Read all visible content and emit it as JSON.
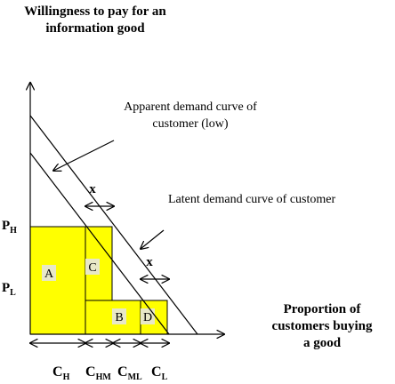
{
  "title": {
    "line1": "Willingness to pay for an",
    "line2": "information good"
  },
  "x_axis_title": {
    "line1": "Proportion of",
    "line2": "customers buying",
    "line3": "a good"
  },
  "annotations": {
    "apparent_line1": "Apparent demand curve of",
    "apparent_line2": "customer (low)",
    "latent": "Latent demand curve of customer",
    "x_upper": "x",
    "x_lower": "x"
  },
  "price_labels": {
    "high": {
      "main": "P",
      "sub": "H"
    },
    "low": {
      "main": "P",
      "sub": "L"
    }
  },
  "regions": {
    "a": "A",
    "b": "B",
    "c": "C",
    "d": "D"
  },
  "quantity_labels": [
    {
      "main": "C",
      "sub": "H"
    },
    {
      "main": "C",
      "sub": "HM"
    },
    {
      "main": "C",
      "sub": "ML"
    },
    {
      "main": "C",
      "sub": "L"
    }
  ],
  "colors": {
    "region_fill": "#ffff00",
    "region_label_bg": "#e8e8c8",
    "line": "#000000"
  }
}
